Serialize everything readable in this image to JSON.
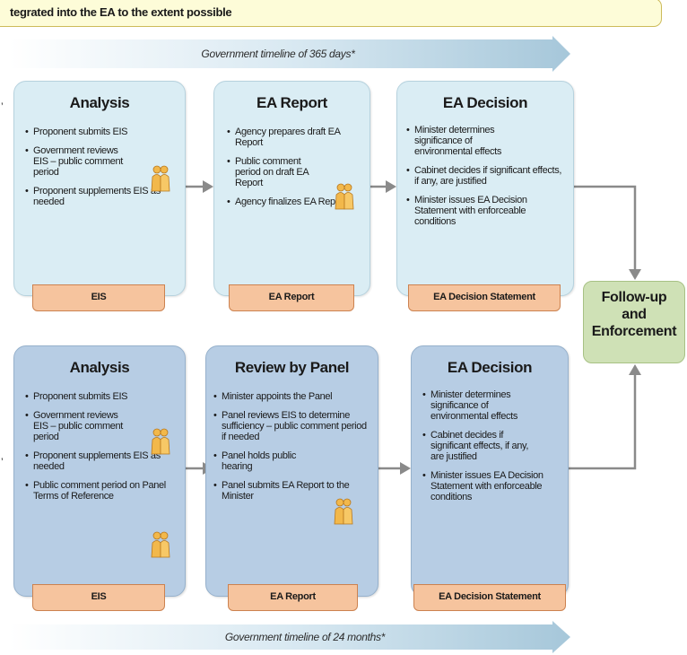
{
  "banner": {
    "text": "tegrated into the EA to the extent possible"
  },
  "timeline_top": {
    "label": "Government timeline of 365 days*"
  },
  "timeline_bottom": {
    "label": "Government timeline of 24 months*"
  },
  "colors": {
    "light_box": "#daedf4",
    "dark_box": "#b7cde4",
    "doc": "#f6c49e",
    "follow": "#cfe1b6",
    "arrow": "#a6c7da",
    "connector": "#8a8a8a"
  },
  "top_row": {
    "analysis": {
      "title": "Analysis",
      "items": [
        "Proponent submits EIS",
        "Government reviews EIS – public comment period",
        "Proponent supplements EIS as needed"
      ],
      "doc": "EIS"
    },
    "report": {
      "title": "EA Report",
      "items": [
        "Agency prepares draft EA Report",
        "Public comment period on draft EA Report",
        "Agency finalizes EA Report"
      ],
      "doc": "EA Report"
    },
    "decision": {
      "title": "EA Decision",
      "items": [
        "Minister determines significance of environmental effects",
        "Cabinet decides if significant effects, if any, are justified",
        "Minister issues EA Decision Statement with enforceable conditions"
      ],
      "doc": "EA Decision Statement"
    }
  },
  "bottom_row": {
    "analysis": {
      "title": "Analysis",
      "items": [
        "Proponent submits EIS",
        "Government reviews EIS – public comment period",
        "Proponent supplements EIS as needed",
        "Public comment period on Panel Terms of Reference"
      ],
      "doc": "EIS"
    },
    "panel": {
      "title": "Review by Panel",
      "items": [
        "Minister appoints the Panel",
        "Panel reviews EIS to determine sufficiency – public comment period if needed",
        "Panel holds public hearing",
        "Panel submits EA Report to the Minister"
      ],
      "doc": "EA Report"
    },
    "decision": {
      "title": "EA Decision",
      "items": [
        "Minister determines significance of environmental effects",
        "Cabinet decides if significant effects, if any, are justified",
        "Minister issues EA Decision Statement with enforceable conditions"
      ],
      "doc": "EA Decision Statement"
    }
  },
  "follow_up": {
    "line1": "Follow-up",
    "line2": "and",
    "line3": "Enforcement"
  }
}
